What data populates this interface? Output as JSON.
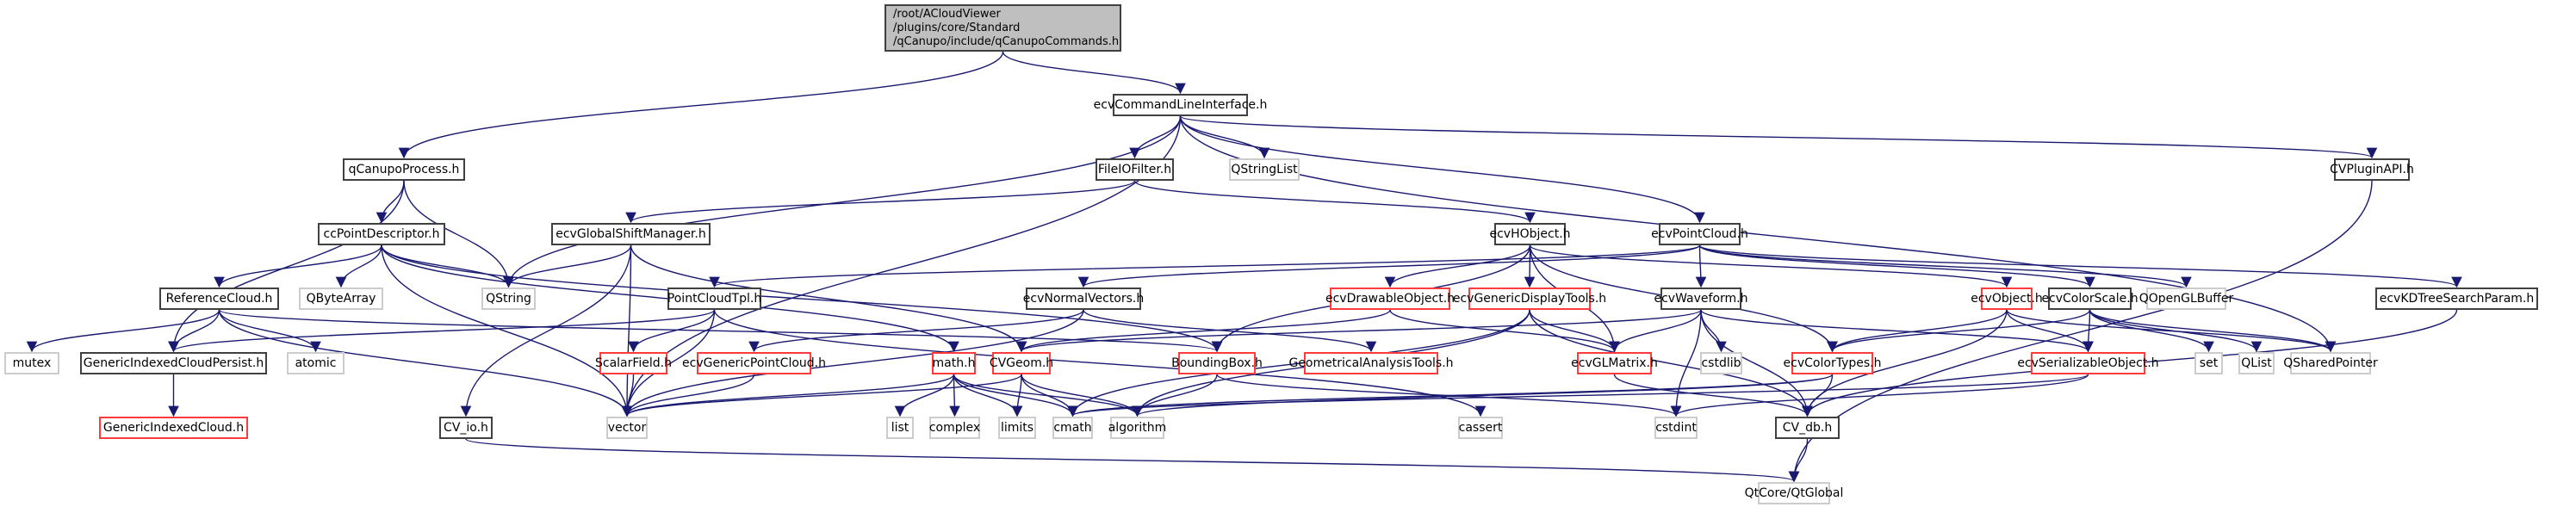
{
  "title": "Include dependency graph for qCanupoCommands.h",
  "colors": {
    "edge": "#191970",
    "documented_border": "#404040",
    "undocumented_border": "#ff3c3c",
    "external_border": "#cccccc",
    "root_fill": "#bfbfbf"
  },
  "nodes": [
    {
      "id": "root",
      "label": "/root/ACloudViewer\n/plugins/core/Standard\n/qCanupo/include/qCanupoCommands.h",
      "kind": "root"
    },
    {
      "id": "ecvCommandLineInterface",
      "label": "ecvCommandLineInterface.h",
      "kind": "black"
    },
    {
      "id": "qCanupoProcess",
      "label": "qCanupoProcess.h",
      "kind": "black"
    },
    {
      "id": "FileIOFilter",
      "label": "FileIOFilter.h",
      "kind": "black"
    },
    {
      "id": "QStringList",
      "label": "QStringList",
      "kind": "gray"
    },
    {
      "id": "CVPluginAPI",
      "label": "CVPluginAPI.h",
      "kind": "black"
    },
    {
      "id": "ccPointDescriptor",
      "label": "ccPointDescriptor.h",
      "kind": "black"
    },
    {
      "id": "ecvGlobalShiftManager",
      "label": "ecvGlobalShiftManager.h",
      "kind": "black"
    },
    {
      "id": "ecvHObject",
      "label": "ecvHObject.h",
      "kind": "black"
    },
    {
      "id": "ecvPointCloud",
      "label": "ecvPointCloud.h",
      "kind": "black"
    },
    {
      "id": "ReferenceCloud",
      "label": "ReferenceCloud.h",
      "kind": "black"
    },
    {
      "id": "QByteArray",
      "label": "QByteArray",
      "kind": "gray"
    },
    {
      "id": "QString",
      "label": "QString",
      "kind": "gray"
    },
    {
      "id": "PointCloudTpl",
      "label": "PointCloudTpl.h",
      "kind": "black"
    },
    {
      "id": "ecvNormalVectors",
      "label": "ecvNormalVectors.h",
      "kind": "black"
    },
    {
      "id": "ecvDrawableObject",
      "label": "ecvDrawableObject.h",
      "kind": "red"
    },
    {
      "id": "ecvGenericDisplayTools",
      "label": "ecvGenericDisplayTools.h",
      "kind": "red"
    },
    {
      "id": "ecvWaveform",
      "label": "ecvWaveform.h",
      "kind": "black"
    },
    {
      "id": "ecvObject",
      "label": "ecvObject.h",
      "kind": "red"
    },
    {
      "id": "ecvColorScale",
      "label": "ecvColorScale.h",
      "kind": "black"
    },
    {
      "id": "QOpenGLBuffer",
      "label": "QOpenGLBuffer",
      "kind": "gray"
    },
    {
      "id": "ecvKDTreeSearchParam",
      "label": "ecvKDTreeSearchParam.h",
      "kind": "black"
    },
    {
      "id": "mutex",
      "label": "mutex",
      "kind": "gray"
    },
    {
      "id": "GenericIndexedCloudPersist",
      "label": "GenericIndexedCloudPersist.h",
      "kind": "black"
    },
    {
      "id": "atomic",
      "label": "atomic",
      "kind": "gray"
    },
    {
      "id": "ScalarField",
      "label": "ScalarField.h",
      "kind": "red"
    },
    {
      "id": "ecvGenericPointCloud",
      "label": "ecvGenericPointCloud.h",
      "kind": "red"
    },
    {
      "id": "math",
      "label": "math.h",
      "kind": "red"
    },
    {
      "id": "CVGeom",
      "label": "CVGeom.h",
      "kind": "red"
    },
    {
      "id": "BoundingBox",
      "label": "BoundingBox.h",
      "kind": "red"
    },
    {
      "id": "GeometricalAnalysisTools",
      "label": "GeometricalAnalysisTools.h",
      "kind": "red"
    },
    {
      "id": "ecvGLMatrix",
      "label": "ecvGLMatrix.h",
      "kind": "red"
    },
    {
      "id": "cstdlib",
      "label": "cstdlib",
      "kind": "gray"
    },
    {
      "id": "ecvColorTypes",
      "label": "ecvColorTypes.h",
      "kind": "red"
    },
    {
      "id": "ecvSerializableObject",
      "label": "ecvSerializableObject.h",
      "kind": "red"
    },
    {
      "id": "set",
      "label": "set",
      "kind": "gray"
    },
    {
      "id": "QList",
      "label": "QList",
      "kind": "gray"
    },
    {
      "id": "QSharedPointer",
      "label": "QSharedPointer",
      "kind": "gray"
    },
    {
      "id": "GenericIndexedCloud",
      "label": "GenericIndexedCloud.h",
      "kind": "red"
    },
    {
      "id": "CV_io",
      "label": "CV_io.h",
      "kind": "black"
    },
    {
      "id": "vector",
      "label": "vector",
      "kind": "gray"
    },
    {
      "id": "list",
      "label": "list",
      "kind": "gray"
    },
    {
      "id": "complex",
      "label": "complex",
      "kind": "gray"
    },
    {
      "id": "limits",
      "label": "limits",
      "kind": "gray"
    },
    {
      "id": "cmath",
      "label": "cmath",
      "kind": "gray"
    },
    {
      "id": "algorithm",
      "label": "algorithm",
      "kind": "gray"
    },
    {
      "id": "cassert",
      "label": "cassert",
      "kind": "gray"
    },
    {
      "id": "cstdint",
      "label": "cstdint",
      "kind": "gray"
    },
    {
      "id": "CV_db",
      "label": "CV_db.h",
      "kind": "black"
    },
    {
      "id": "QtGlobal",
      "label": "QtCore/QtGlobal",
      "kind": "gray"
    }
  ],
  "edges": [
    [
      "root",
      "ecvCommandLineInterface"
    ],
    [
      "root",
      "qCanupoProcess"
    ],
    [
      "ecvCommandLineInterface",
      "FileIOFilter"
    ],
    [
      "ecvCommandLineInterface",
      "QStringList"
    ],
    [
      "ecvCommandLineInterface",
      "CVPluginAPI"
    ],
    [
      "ecvCommandLineInterface",
      "QString"
    ],
    [
      "ecvCommandLineInterface",
      "vector"
    ],
    [
      "ecvCommandLineInterface",
      "ecvPointCloud"
    ],
    [
      "ecvCommandLineInterface",
      "QSharedPointer"
    ],
    [
      "qCanupoProcess",
      "ccPointDescriptor"
    ],
    [
      "qCanupoProcess",
      "QString"
    ],
    [
      "qCanupoProcess",
      "GenericIndexedCloudPersist"
    ],
    [
      "FileIOFilter",
      "ecvGlobalShiftManager"
    ],
    [
      "FileIOFilter",
      "ecvHObject"
    ],
    [
      "CVPluginAPI",
      "QtGlobal"
    ],
    [
      "ccPointDescriptor",
      "ReferenceCloud"
    ],
    [
      "ccPointDescriptor",
      "QByteArray"
    ],
    [
      "ccPointDescriptor",
      "QString"
    ],
    [
      "ccPointDescriptor",
      "vector"
    ],
    [
      "ccPointDescriptor",
      "math"
    ],
    [
      "ccPointDescriptor",
      "BoundingBox"
    ],
    [
      "ecvGlobalShiftManager",
      "QString"
    ],
    [
      "ecvGlobalShiftManager",
      "CV_io"
    ],
    [
      "ecvGlobalShiftManager",
      "vector"
    ],
    [
      "ecvGlobalShiftManager",
      "CVGeom"
    ],
    [
      "ecvHObject",
      "ecvDrawableObject"
    ],
    [
      "ecvHObject",
      "ecvGenericDisplayTools"
    ],
    [
      "ecvHObject",
      "ecvGLMatrix"
    ],
    [
      "ecvHObject",
      "ecvObject"
    ],
    [
      "ecvHObject",
      "BoundingBox"
    ],
    [
      "ecvHObject",
      "ecvColorTypes"
    ],
    [
      "ecvPointCloud",
      "PointCloudTpl"
    ],
    [
      "ecvPointCloud",
      "ecvNormalVectors"
    ],
    [
      "ecvPointCloud",
      "ecvWaveform"
    ],
    [
      "ecvPointCloud",
      "ecvColorScale"
    ],
    [
      "ecvPointCloud",
      "QOpenGLBuffer"
    ],
    [
      "ecvPointCloud",
      "ecvKDTreeSearchParam"
    ],
    [
      "ReferenceCloud",
      "mutex"
    ],
    [
      "ReferenceCloud",
      "GenericIndexedCloudPersist"
    ],
    [
      "ReferenceCloud",
      "atomic"
    ],
    [
      "ReferenceCloud",
      "vector"
    ],
    [
      "ReferenceCloud",
      "BoundingBox"
    ],
    [
      "GenericIndexedCloudPersist",
      "GenericIndexedCloud"
    ],
    [
      "PointCloudTpl",
      "ScalarField"
    ],
    [
      "PointCloudTpl",
      "vector"
    ],
    [
      "PointCloudTpl",
      "GenericIndexedCloudPersist"
    ],
    [
      "PointCloudTpl",
      "cassert"
    ],
    [
      "ecvNormalVectors",
      "ecvGenericPointCloud"
    ],
    [
      "ecvNormalVectors",
      "GeometricalAnalysisTools"
    ],
    [
      "ecvNormalVectors",
      "vector"
    ],
    [
      "ecvDrawableObject",
      "CVGeom"
    ],
    [
      "ecvDrawableObject",
      "ecvGLMatrix"
    ],
    [
      "ecvGenericDisplayTools",
      "ecvGLMatrix"
    ],
    [
      "ecvGenericDisplayTools",
      "CV_db"
    ],
    [
      "ecvGenericDisplayTools",
      "cmath"
    ],
    [
      "ecvGenericDisplayTools",
      "algorithm"
    ],
    [
      "ecvWaveform",
      "ecvGLMatrix"
    ],
    [
      "ecvWaveform",
      "cstdlib"
    ],
    [
      "ecvWaveform",
      "cstdint"
    ],
    [
      "ecvWaveform",
      "CV_db"
    ],
    [
      "ecvWaveform",
      "ecvSerializableObject"
    ],
    [
      "ecvWaveform",
      "CVGeom"
    ],
    [
      "ecvObject",
      "ecvColorTypes"
    ],
    [
      "ecvObject",
      "ecvSerializableObject"
    ],
    [
      "ecvObject",
      "QSharedPointer"
    ],
    [
      "ecvObject",
      "CV_db"
    ],
    [
      "ecvColorScale",
      "ecvColorTypes"
    ],
    [
      "ecvColorScale",
      "ecvSerializableObject"
    ],
    [
      "ecvColorScale",
      "set"
    ],
    [
      "ecvColorScale",
      "QList"
    ],
    [
      "ecvColorScale",
      "QSharedPointer"
    ],
    [
      "ecvKDTreeSearchParam",
      "CV_db"
    ],
    [
      "ScalarField",
      "vector"
    ],
    [
      "ecvGenericPointCloud",
      "vector"
    ],
    [
      "math",
      "list"
    ],
    [
      "math",
      "complex"
    ],
    [
      "math",
      "limits"
    ],
    [
      "math",
      "cmath"
    ],
    [
      "math",
      "algorithm"
    ],
    [
      "math",
      "vector"
    ],
    [
      "CVGeom",
      "limits"
    ],
    [
      "CVGeom",
      "cmath"
    ],
    [
      "CVGeom",
      "algorithm"
    ],
    [
      "CVGeom",
      "vector"
    ],
    [
      "BoundingBox",
      "algorithm"
    ],
    [
      "BoundingBox",
      "cstdint"
    ],
    [
      "ecvGLMatrix",
      "CV_db"
    ],
    [
      "ecvColorTypes",
      "CV_db"
    ],
    [
      "ecvColorTypes",
      "algorithm"
    ],
    [
      "ecvColorTypes",
      "cmath"
    ],
    [
      "ecvSerializableObject",
      "cstdint"
    ],
    [
      "ecvSerializableObject",
      "cmath"
    ],
    [
      "CV_io",
      "QtGlobal"
    ],
    [
      "CV_db",
      "QtGlobal"
    ]
  ]
}
